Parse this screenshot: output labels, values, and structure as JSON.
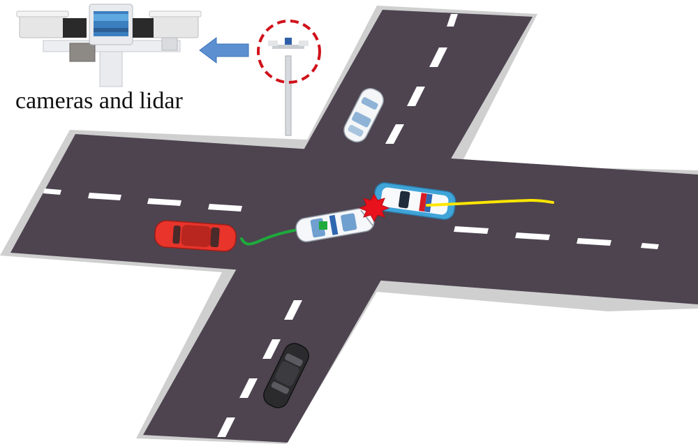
{
  "caption": "cameras and lidar",
  "colors": {
    "road": "#4d4450",
    "road_edge": "#cfcfcf",
    "lane_mark": "#ffffff",
    "red_car": "#e8342b",
    "dark_car": "#2b2b2e",
    "police_blue": "#3fa4d8",
    "trajectory_green": "#1faa3c",
    "trajectory_yellow": "#ffe600",
    "collision": "#e8121c",
    "arrow": "#5b8fd0",
    "highlight_circle": "#d0121b"
  },
  "icons": [
    "lidar-sensor-icon",
    "camera-icon",
    "sensor-pole-icon",
    "direction-arrow-icon",
    "collision-burst-icon"
  ],
  "vehicles": [
    "white-car",
    "police-car-crashed",
    "police-car-moving",
    "red-car",
    "dark-car"
  ]
}
